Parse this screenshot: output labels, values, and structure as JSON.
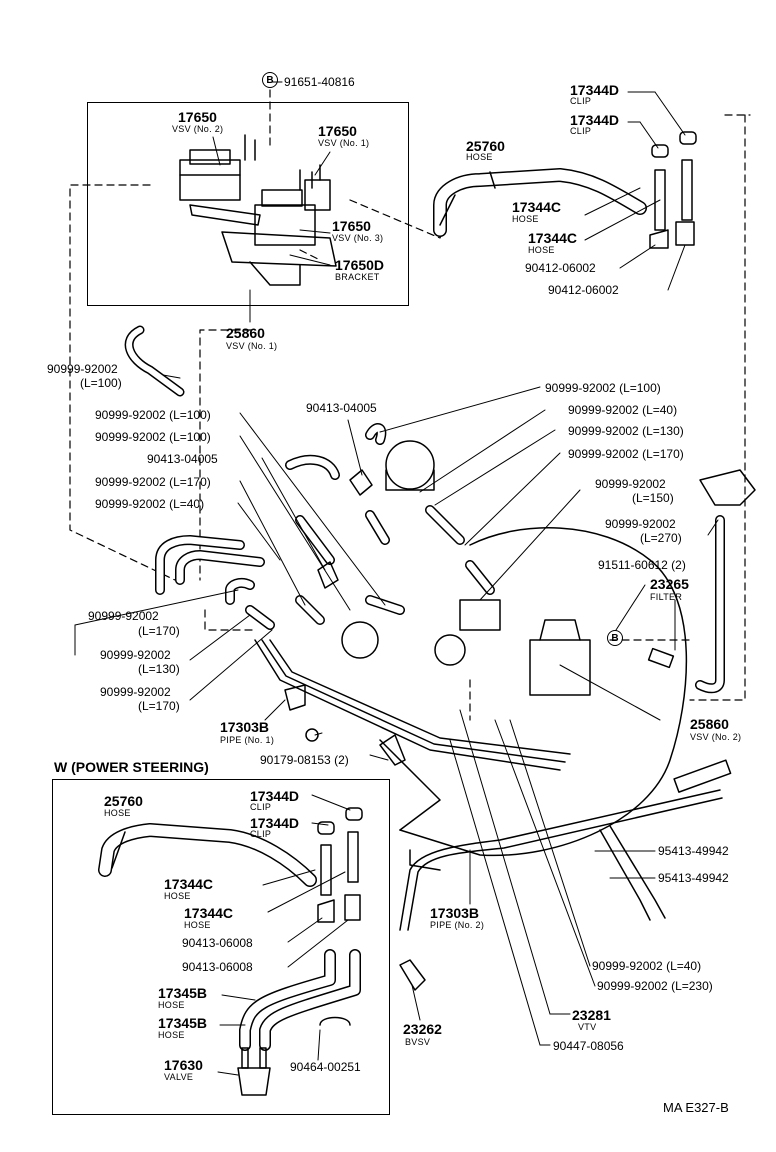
{
  "diagram_code": "MA E327-B",
  "inset_title": "W (POWER STEERING)",
  "bolt_marker": "B",
  "labels": {
    "p91651": "91651-40816",
    "p17650a": "17650",
    "p17650a_d": "VSV (No. 2)",
    "p17650b": "17650",
    "p17650b_d": "VSV (No. 1)",
    "p17650c": "17650",
    "p17650c_d": "VSV (No. 3)",
    "p17650D": "17650D",
    "p17650D_d": "BRACKET",
    "p25860a": "25860",
    "p25860a_d": "VSV (No. 1)",
    "p90999_100a": "90999-92002",
    "p90999_100a_l": "(L=100)",
    "p17344D1": "17344D",
    "p17344D1_d": "CLIP",
    "p17344D2": "17344D",
    "p17344D2_d": "CLIP",
    "p25760": "25760",
    "p25760_d": "HOSE",
    "p17344C1": "17344C",
    "p17344C1_d": "HOSE",
    "p17344C2": "17344C",
    "p17344C2_d": "HOSE",
    "p90412a": "90412-06002",
    "p90412b": "90412-06002",
    "r1": "90999-92002 (L=100)",
    "r2": "90999-92002 (L=40)",
    "r3": "90999-92002 (L=130)",
    "r4": "90999-92002 (L=170)",
    "r5": "90999-92002",
    "r5_l": "(L=150)",
    "r6": "90999-92002",
    "r6_l": "(L=270)",
    "r7": "91511-60612 (2)",
    "p23265": "23265",
    "p23265_d": "FILTER",
    "l90413a": "90413-04005",
    "l1": "90999-92002 (L=100)",
    "l2": "90999-92002 (L=100)",
    "l90413b": "90413-04005",
    "l3": "90999-92002 (L=170)",
    "l4": "90999-92002 (L=40)",
    "l5": "90999-92002",
    "l5_l": "(L=170)",
    "l6": "90999-92002",
    "l6_l": "(L=130)",
    "l7": "90999-92002",
    "l7_l": "(L=170)",
    "p17303B1": "17303B",
    "p17303B1_d": "PIPE (No. 1)",
    "p90179": "90179-08153 (2)",
    "p25860b": "25860",
    "p25860b_d": "VSV (No. 2)",
    "p95413a": "95413-49942",
    "p95413b": "95413-49942",
    "p17303B2": "17303B",
    "p17303B2_d": "PIPE (No. 2)",
    "b1": "90999-92002 (L=40)",
    "b2": "90999-92002 (L=230)",
    "p23281": "23281",
    "p23281_d": "VTV",
    "p23262": "23262",
    "p23262_d": "BVSV",
    "p90447": "90447-08056",
    "w25760": "25760",
    "w25760_d": "HOSE",
    "w17344D1": "17344D",
    "w17344D1_d": "CLIP",
    "w17344D2": "17344D",
    "w17344D2_d": "CLIP",
    "w17344C1": "17344C",
    "w17344C1_d": "HOSE",
    "w17344C2": "17344C",
    "w17344C2_d": "HOSE",
    "w90413a": "90413-06008",
    "w90413b": "90413-06008",
    "w17345B1": "17345B",
    "w17345B1_d": "HOSE",
    "w17345B2": "17345B",
    "w17345B2_d": "HOSE",
    "w17630": "17630",
    "w17630_d": "VALVE",
    "w90464": "90464-00251"
  }
}
